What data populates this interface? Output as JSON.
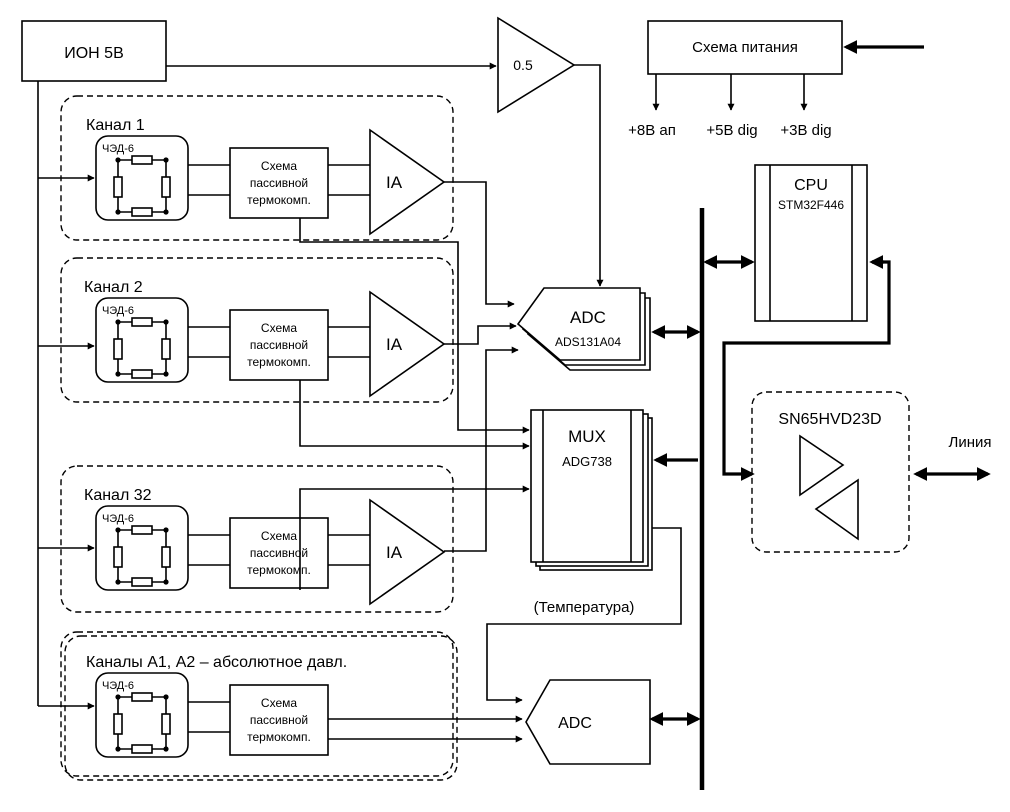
{
  "blocks": {
    "ion": "ИОН 5В",
    "gain": "0.5",
    "power": "Схема питания",
    "power_outputs": [
      "+8В ап",
      "+5В dig",
      "+3В dig"
    ],
    "sensor": "ЧЭД-6",
    "comp_lines": [
      "Схема",
      "пассивной",
      "термокомп."
    ],
    "ia": "IA",
    "adc1_title": "ADC",
    "adc1_sub": "ADS131A04",
    "mux_title": "MUX",
    "mux_sub": "ADG738",
    "adc2_title": "ADC",
    "cpu_title": "CPU",
    "cpu_sub": "STM32F446",
    "transceiver": "SN65HVD23D",
    "line": "Линия",
    "temperature": "(Температура)"
  },
  "channels": [
    {
      "label": "Канал 1"
    },
    {
      "label": "Канал 2"
    },
    {
      "label": "Канал 32"
    },
    {
      "label": "Каналы А1, А2 – абсолютное давл."
    }
  ]
}
